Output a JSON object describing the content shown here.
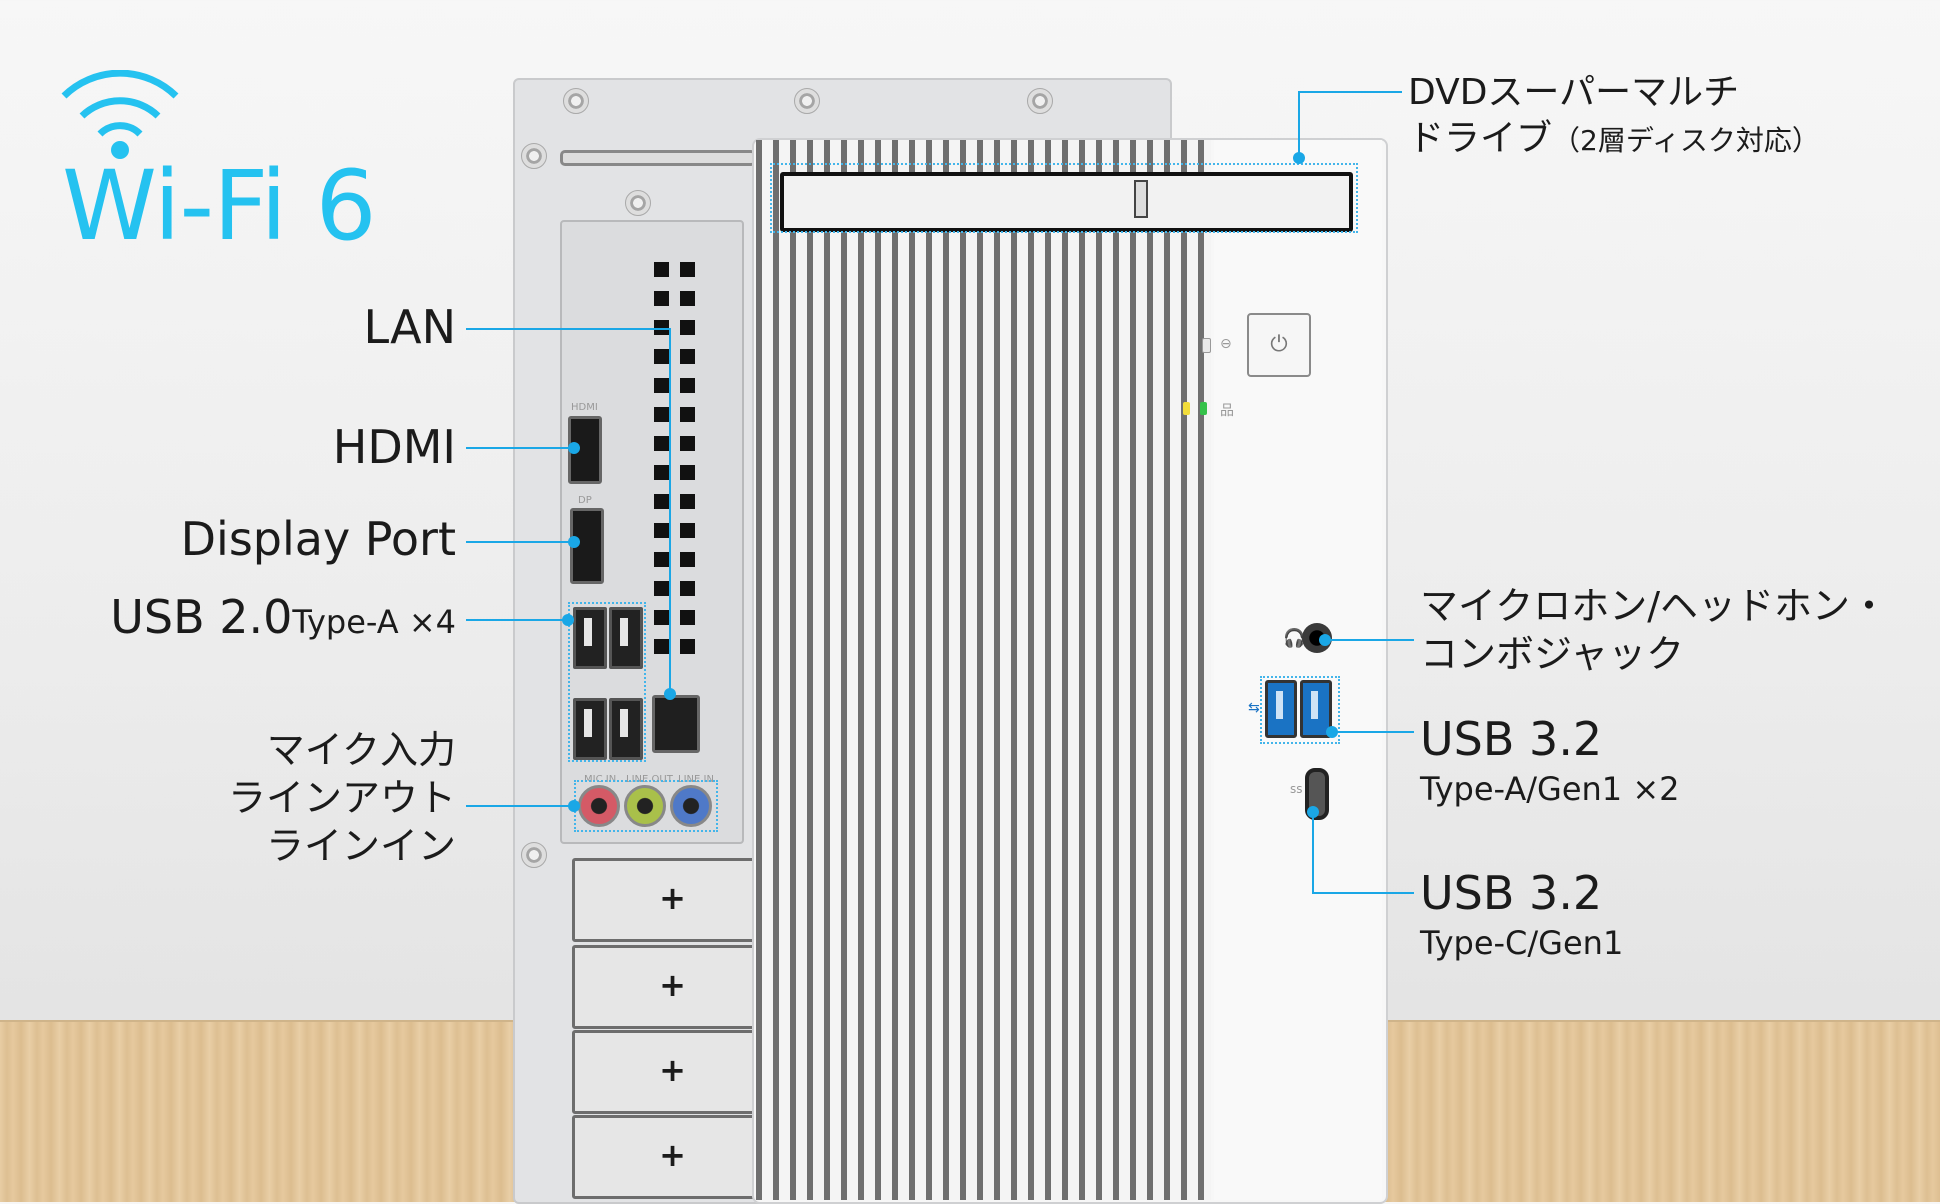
{
  "badge": {
    "wifi_label": "Wi-Fi 6"
  },
  "rear_labels": {
    "lan": "LAN",
    "hdmi": "HDMI",
    "displayport": "Display Port",
    "usb20_main": "USB 2.0",
    "usb20_sub": "Type-A ×4",
    "audio_line1": "マイク入力",
    "audio_line2": "ラインアウト",
    "audio_line3": "ラインイン"
  },
  "front_labels": {
    "dvd_line1": "DVDスーパーマルチ",
    "dvd_line2": "ドライブ",
    "dvd_note": "（2層ディスク対応）",
    "combo_line1": "マイクロホン/ヘッドホン・",
    "combo_line2": "コンボジャック",
    "usb32a_main": "USB 3.2",
    "usb32a_sub": "Type-A/Gen1 ×2",
    "usb32c_main": "USB 3.2",
    "usb32c_sub": "Type-C/Gen1"
  },
  "port_print": {
    "hdmi": "HDMI",
    "dp": "DP",
    "mic_in": "MIC IN",
    "line_out": "LINE OUT",
    "line_in": "LINE IN"
  },
  "colors": {
    "wifi_accent": "#25c2f0",
    "callout_line": "#1aa7e6",
    "usb3_port": "#1a73c4",
    "audio_mic": "#d45a66",
    "audio_line_out": "#a9c04a",
    "audio_line_in": "#4f79c8"
  },
  "icons": [
    "wifi-icon",
    "power-icon",
    "network-icon",
    "usb-icon",
    "headset-icon",
    "drive-icon"
  ]
}
